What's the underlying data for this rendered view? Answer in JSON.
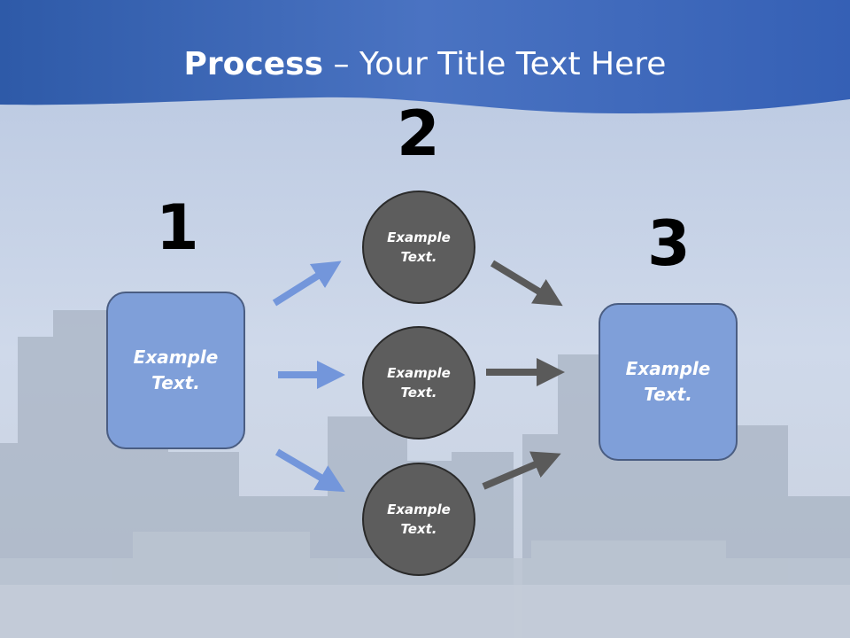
{
  "title": {
    "bold": "Process",
    "rest": " – Your Title Text Here"
  },
  "steps": {
    "one": "1",
    "two": "2",
    "three": "3"
  },
  "boxes": {
    "left": "Example\nText.",
    "right": "Example\nText."
  },
  "circles": {
    "top": "Example\nText.",
    "middle": "Example\nText.",
    "bottom": "Example\nText."
  },
  "colors": {
    "header": "#3a64b8",
    "box": "#7f9fd9",
    "circle": "#5d5d5d",
    "arrow_blue": "#7396db",
    "arrow_gray": "#5a5a5a"
  }
}
